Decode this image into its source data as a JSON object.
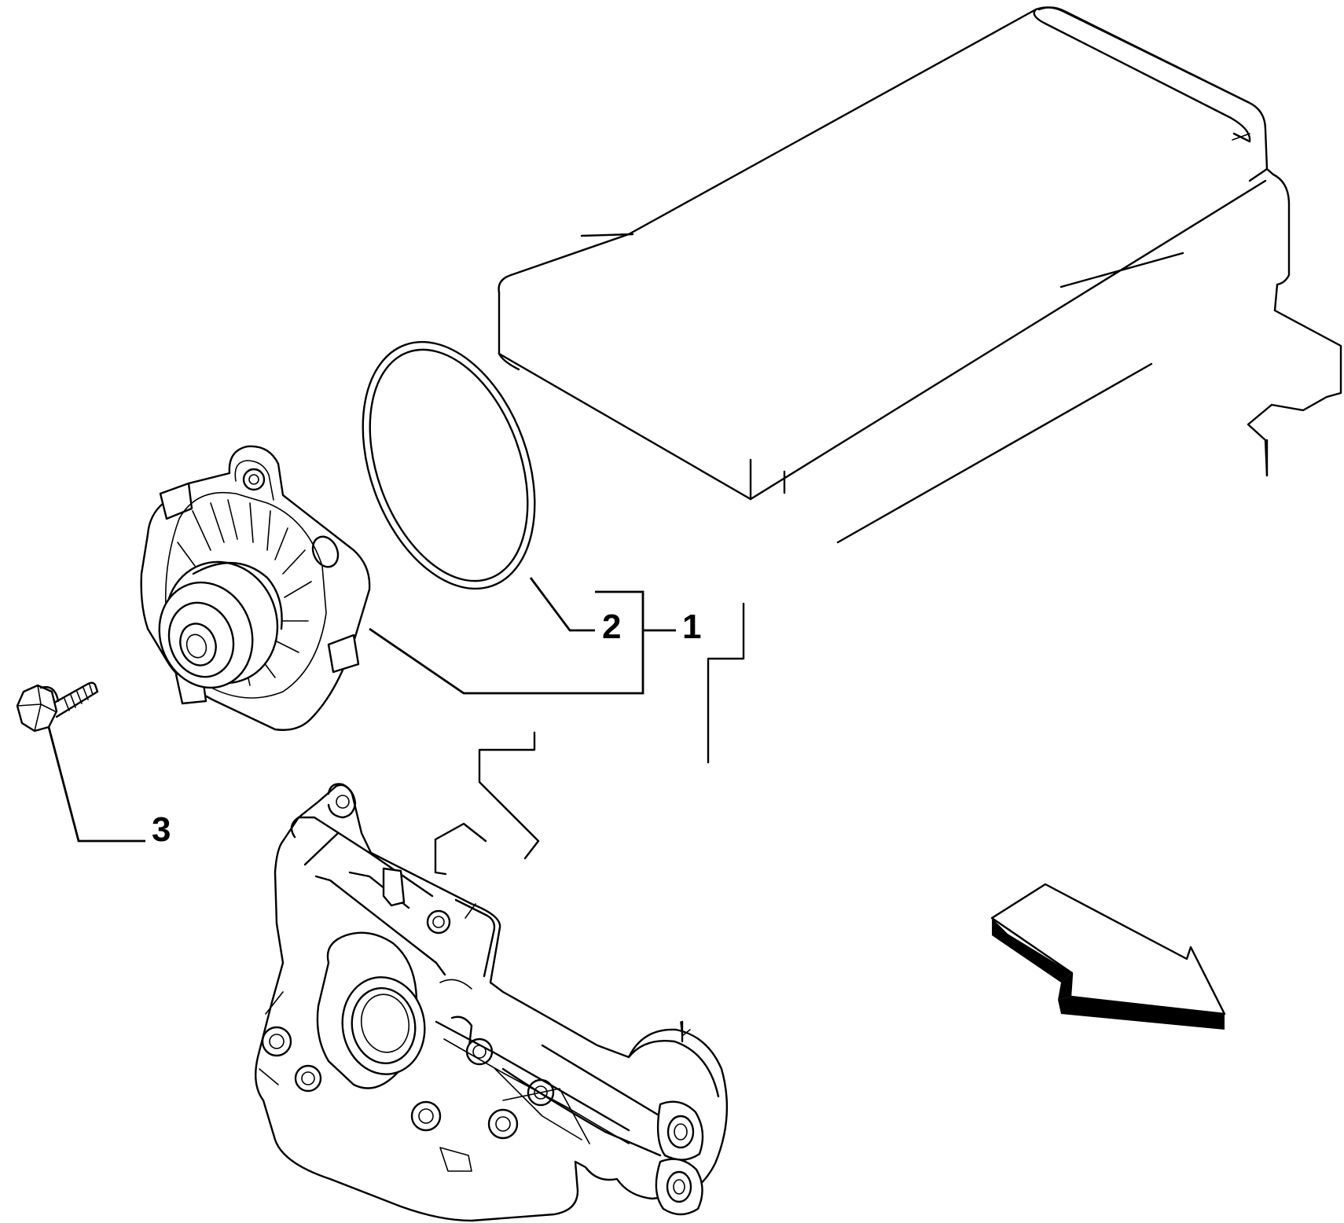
{
  "callouts": {
    "c1": "1",
    "c2": "2",
    "c3": "3"
  },
  "colors": {
    "line": "#000000",
    "background": "#ffffff"
  },
  "icons": {
    "direction": "arrow-down-right-icon"
  }
}
